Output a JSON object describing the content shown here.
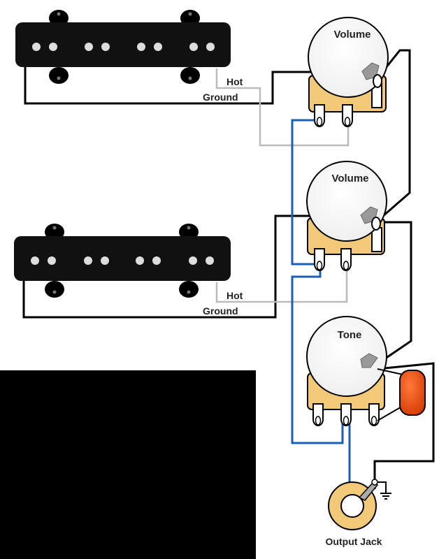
{
  "diagram": {
    "pickups": [
      {
        "hot_label": "Hot",
        "ground_label": "Ground"
      },
      {
        "hot_label": "Hot",
        "ground_label": "Ground"
      }
    ],
    "pots": [
      {
        "label": "Volume"
      },
      {
        "label": "Volume"
      },
      {
        "label": "Tone"
      }
    ],
    "output_jack": {
      "label": "Output Jack"
    }
  },
  "colors": {
    "hot_wire": "#1a5fb4",
    "ground_wire": "#bbbbbb",
    "black_wire": "#000000",
    "capacitor": "#e84a0c",
    "pot_body": "#f2c879",
    "jack_ring": "#f2c879"
  }
}
